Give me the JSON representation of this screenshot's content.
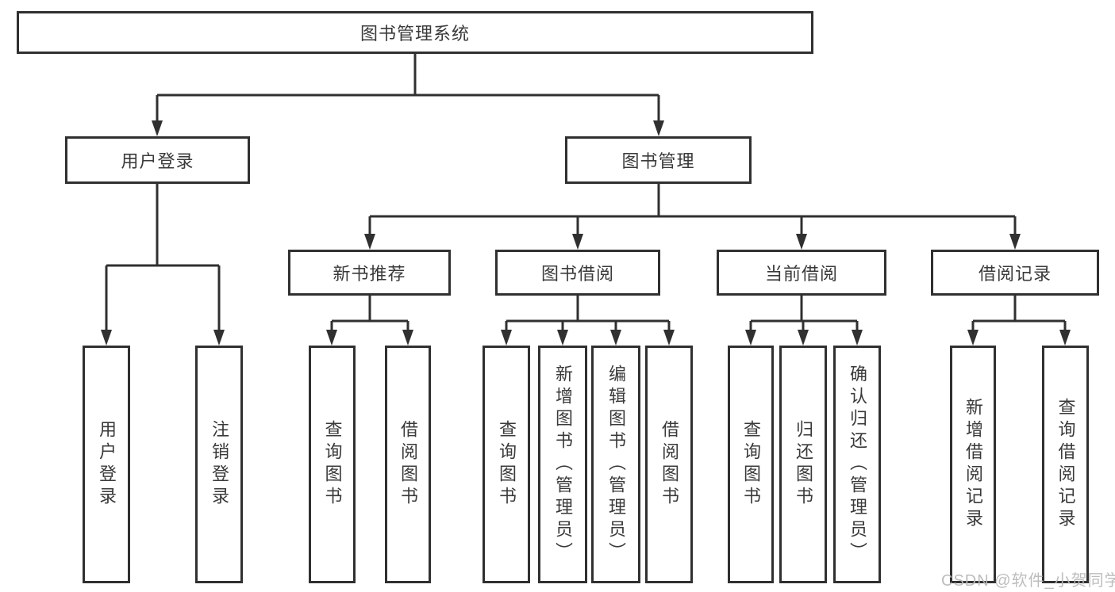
{
  "diagram_type": "hierarchy-tree",
  "nodes": {
    "root": "图书管理系统",
    "user_login": "用户登录",
    "book_mgmt": "图书管理",
    "new_book": "新书推荐",
    "book_borrow": "图书借阅",
    "current_borrow": "当前借阅",
    "borrow_record": "借阅记录",
    "leaf_user_login": "用户登录",
    "leaf_logout": "注销登录",
    "leaf_nb_query": "查询图书",
    "leaf_nb_borrow": "借阅图书",
    "leaf_bb_query": "查询图书",
    "leaf_bb_add": "新增图书（管理员）",
    "leaf_bb_edit": "编辑图书（管理员）",
    "leaf_bb_borrow": "借阅图书",
    "leaf_cb_query": "查询图书",
    "leaf_cb_return": "归还图书",
    "leaf_cb_confirm": "确认归还（管理员）",
    "leaf_br_add": "新增借阅记录",
    "leaf_br_query": "查询借阅记录"
  },
  "hierarchy": {
    "图书管理系统": {
      "用户登录": [
        "用户登录",
        "注销登录"
      ],
      "图书管理": {
        "新书推荐": [
          "查询图书",
          "借阅图书"
        ],
        "图书借阅": [
          "查询图书",
          "新增图书（管理员）",
          "编辑图书（管理员）",
          "借阅图书"
        ],
        "当前借阅": [
          "查询图书",
          "归还图书",
          "确认归还（管理员）"
        ],
        "借阅记录": [
          "新增借阅记录",
          "查询借阅记录"
        ]
      }
    }
  },
  "watermark": "CSDN @软件_小贺同学",
  "colors": {
    "line": "#303030",
    "box_border": "#303030",
    "box_bg": "#ffffff",
    "text": "#3a3a3a",
    "watermark": "#b9b9b9"
  }
}
